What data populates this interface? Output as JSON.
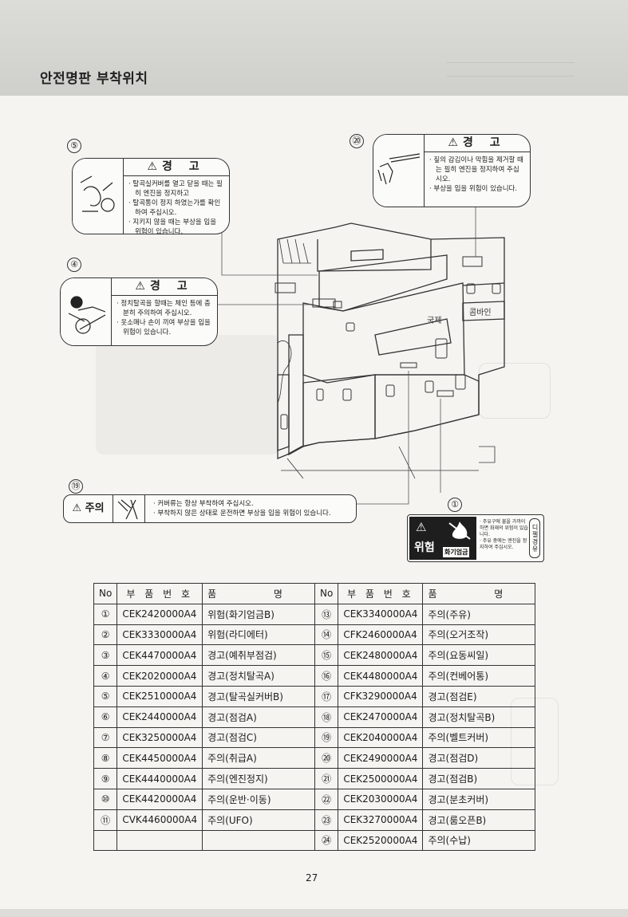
{
  "page": {
    "title": "안전명판 부착위치",
    "page_number": "27"
  },
  "markers": {
    "m5": "⑤",
    "m4": "④",
    "m20": "⑳",
    "m19": "⑲",
    "m1": "①"
  },
  "labels": {
    "label5": {
      "head": "경 고",
      "lines": [
        "탈곡실커버를 열고 닫을 때는 필히 엔진을 정지하고",
        "탈곡통이 정지 하였는가를 확인하여 주십시오.",
        "지키지 않을 때는 부상을 입을 위험이 있습니다."
      ]
    },
    "label4": {
      "head": "경 고",
      "lines": [
        "정치탈곡을 할때는 체인 등에 충분히 주의하여 주십시오.",
        "옷소매나 손이 끼여 부상을 입을 위험이 있습니다."
      ]
    },
    "label20": {
      "head": "경 고",
      "lines": [
        "짚의 감김이나 막힘을 제거할 때는 필히 엔진을 정지하여 주십시오.",
        "부상을 입을 위험이 있습니다."
      ]
    },
    "label19": {
      "tag": "주의",
      "lines": [
        "커버류는 항상 부착하여 주십시오.",
        "부착하지 않은 상태로 운전하면 부상을 입을 위험이 있습니다."
      ]
    },
    "label1": {
      "tag": "위험",
      "sub": "화기엄금",
      "lines": [
        "주유구에 불을 가까이 하면 화재의 위험이 있습니다.",
        "주유 중에는 엔진을 정지하여 주십시오."
      ],
      "vertical": "디젤경유"
    }
  },
  "machine": {
    "brand": "국제",
    "model": "콤바인"
  },
  "table": {
    "headers": [
      "No",
      "부 품 번 호",
      "품 명",
      "No",
      "부 품 번 호",
      "품 명"
    ],
    "rows": [
      [
        "①",
        "CEK2420000A4",
        "위험(화기엄금B)",
        "⑬",
        "CEK3340000A4",
        "주의(주유)"
      ],
      [
        "②",
        "CEK3330000A4",
        "위험(라디에터)",
        "⑭",
        "CFK2460000A4",
        "주의(오거조작)"
      ],
      [
        "③",
        "CEK4470000A4",
        "경고(예취부점검)",
        "⑮",
        "CEK2480000A4",
        "주의(요동씨일)"
      ],
      [
        "④",
        "CEK2020000A4",
        "경고(정치탈곡A)",
        "⑯",
        "CEK4480000A4",
        "주의(컨베어통)"
      ],
      [
        "⑤",
        "CEK2510000A4",
        "경고(탈곡실커버B)",
        "⑰",
        "CFK3290000A4",
        "경고(점검E)"
      ],
      [
        "⑥",
        "CEK2440000A4",
        "경고(점검A)",
        "⑱",
        "CEK2470000A4",
        "경고(정치탈곡B)"
      ],
      [
        "⑦",
        "CEK3250000A4",
        "경고(점검C)",
        "⑲",
        "CEK2040000A4",
        "주의(벨트커버)"
      ],
      [
        "⑧",
        "CEK4450000A4",
        "주의(취급A)",
        "⑳",
        "CEK2490000A4",
        "경고(점검D)"
      ],
      [
        "⑨",
        "CEK4440000A4",
        "주의(엔진정지)",
        "㉑",
        "CEK2500000A4",
        "경고(점검B)"
      ],
      [
        "⑩",
        "CEK4420000A4",
        "주의(운반·이동)",
        "㉒",
        "CEK2030000A4",
        "경고(분초커버)"
      ],
      [
        "⑪",
        "CVK4460000A4",
        "주의(UFO)",
        "㉓",
        "CEK3270000A4",
        "경고(룸오픈B)"
      ],
      [
        "",
        "",
        "",
        "㉔",
        "CEK2520000A4",
        "주의(수납)"
      ]
    ]
  }
}
